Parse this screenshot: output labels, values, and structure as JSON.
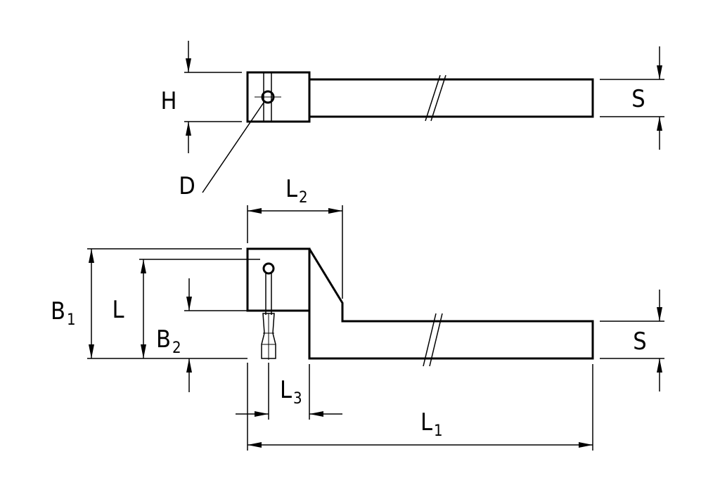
{
  "labels": {
    "H": "H",
    "S_top": "S",
    "D": "D",
    "L2": {
      "main": "L",
      "sub": "2"
    },
    "B1": {
      "main": "B",
      "sub": "1"
    },
    "L": "L",
    "B2": {
      "main": "B",
      "sub": "2"
    },
    "S_bottom": "S",
    "L3": {
      "main": "L",
      "sub": "3"
    },
    "L1": {
      "main": "L",
      "sub": "1"
    }
  }
}
